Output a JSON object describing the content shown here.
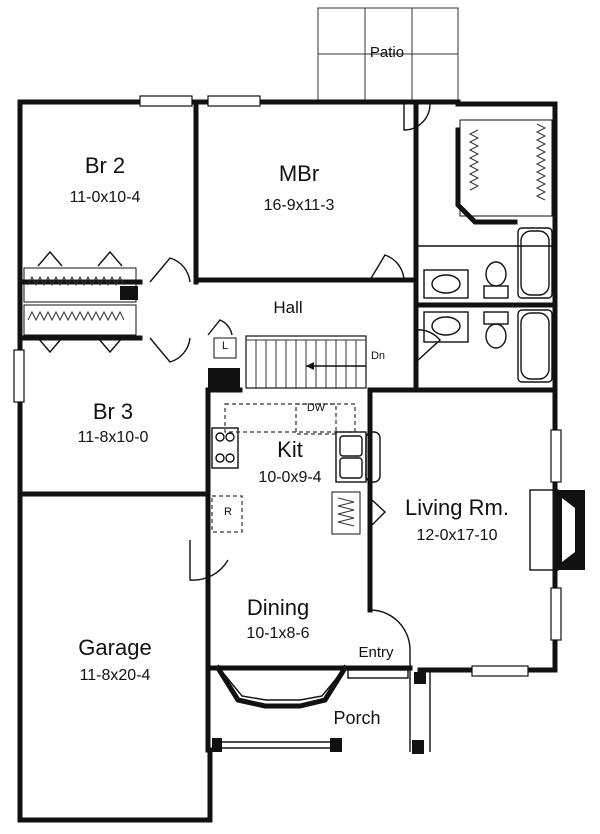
{
  "rooms": {
    "patio": {
      "name": "Patio"
    },
    "br2": {
      "name": "Br 2",
      "size": "11-0x10-4"
    },
    "mbr": {
      "name": "MBr",
      "size": "16-9x11-3"
    },
    "hall": {
      "name": "Hall"
    },
    "br3": {
      "name": "Br 3",
      "size": "11-8x10-0"
    },
    "kit": {
      "name": "Kit",
      "size": "10-0x9-4"
    },
    "living": {
      "name": "Living Rm.",
      "size": "12-0x17-10"
    },
    "dining": {
      "name": "Dining",
      "size": "10-1x8-6"
    },
    "garage": {
      "name": "Garage",
      "size": "11-8x20-4"
    },
    "entry": {
      "name": "Entry"
    },
    "porch": {
      "name": "Porch"
    }
  },
  "fixtures": {
    "stairs_dn": "Dn",
    "dishwasher": "DW",
    "refrigerator": "R",
    "linen": "L"
  }
}
